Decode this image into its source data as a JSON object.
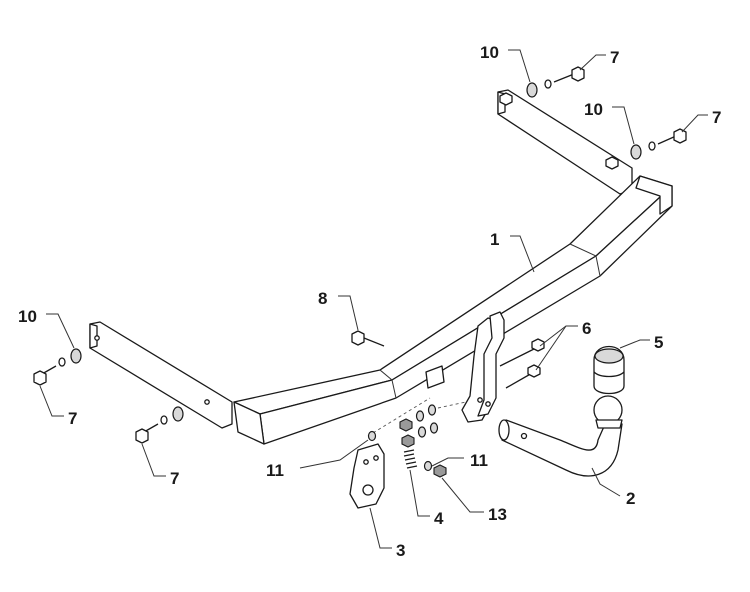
{
  "callouts": {
    "label_1": "1",
    "label_2": "2",
    "label_3": "3",
    "label_4": "4",
    "label_5": "5",
    "label_6": "6",
    "label_7_top_a": "7",
    "label_7_top_b": "7",
    "label_7_left_a": "7",
    "label_7_left_b": "7",
    "label_8": "8",
    "label_10_top_a": "10",
    "label_10_top_b": "10",
    "label_10_left": "10",
    "label_11_left": "11",
    "label_11_right": "11",
    "label_13": "13"
  },
  "icons": [
    "bolt-icon",
    "washer-icon",
    "nut-icon",
    "tow-ball-icon",
    "socket-plate-icon"
  ],
  "colors": {
    "line": "#1a1a1a",
    "fill": "#ffffff",
    "shade": "#d9d9d9"
  }
}
